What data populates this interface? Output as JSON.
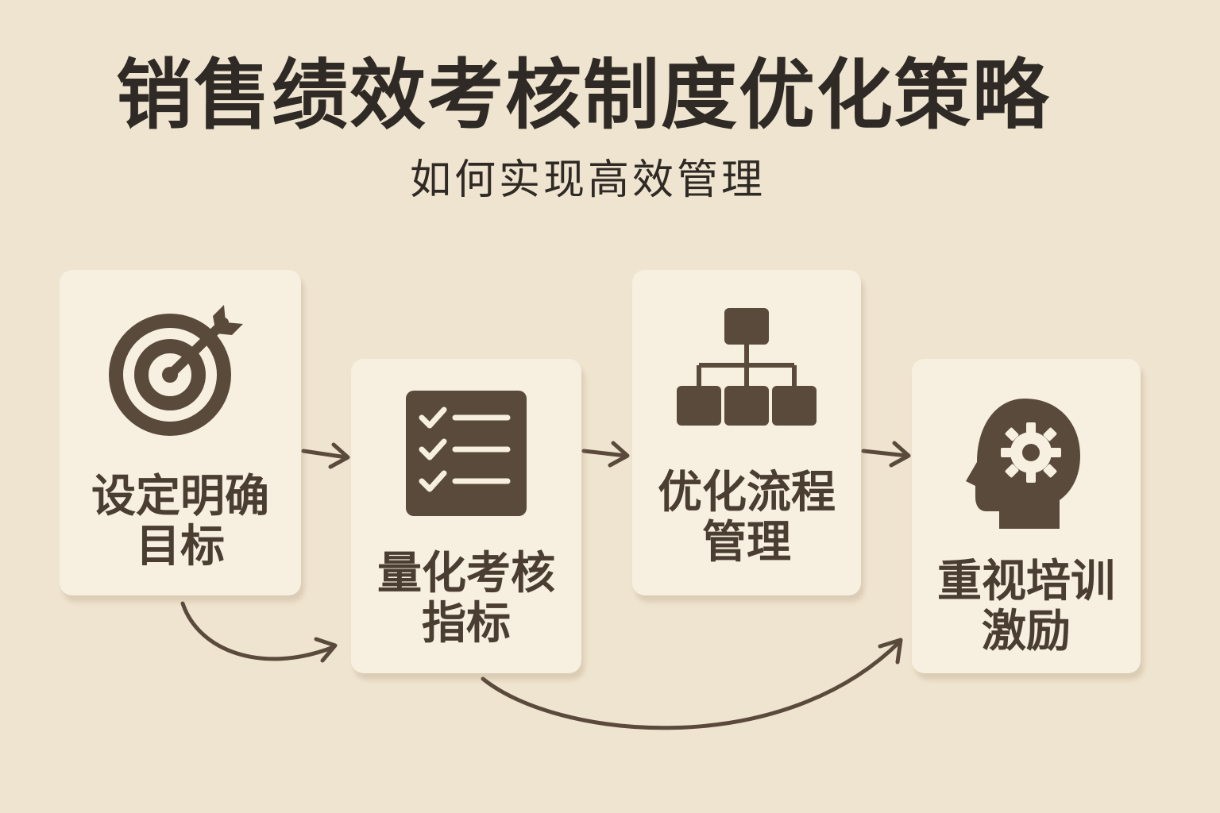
{
  "title": "销售绩效考核制度优化策略",
  "subtitle": "如何实现高效管理",
  "colors": {
    "background": "#efe4cf",
    "card": "#f7f0e1",
    "icon": "#5a4a3c",
    "text": "#4a3d31",
    "arrow": "#5a4a3c"
  },
  "steps": [
    {
      "icon": "target-arrow-icon",
      "line1": "设定明确",
      "line2": "目标"
    },
    {
      "icon": "checklist-icon",
      "line1": "量化考核",
      "line2": "指标"
    },
    {
      "icon": "org-chart-icon",
      "line1": "优化流程",
      "line2": "管理"
    },
    {
      "icon": "head-gear-icon",
      "line1": "重视培训",
      "line2": "激励"
    }
  ]
}
